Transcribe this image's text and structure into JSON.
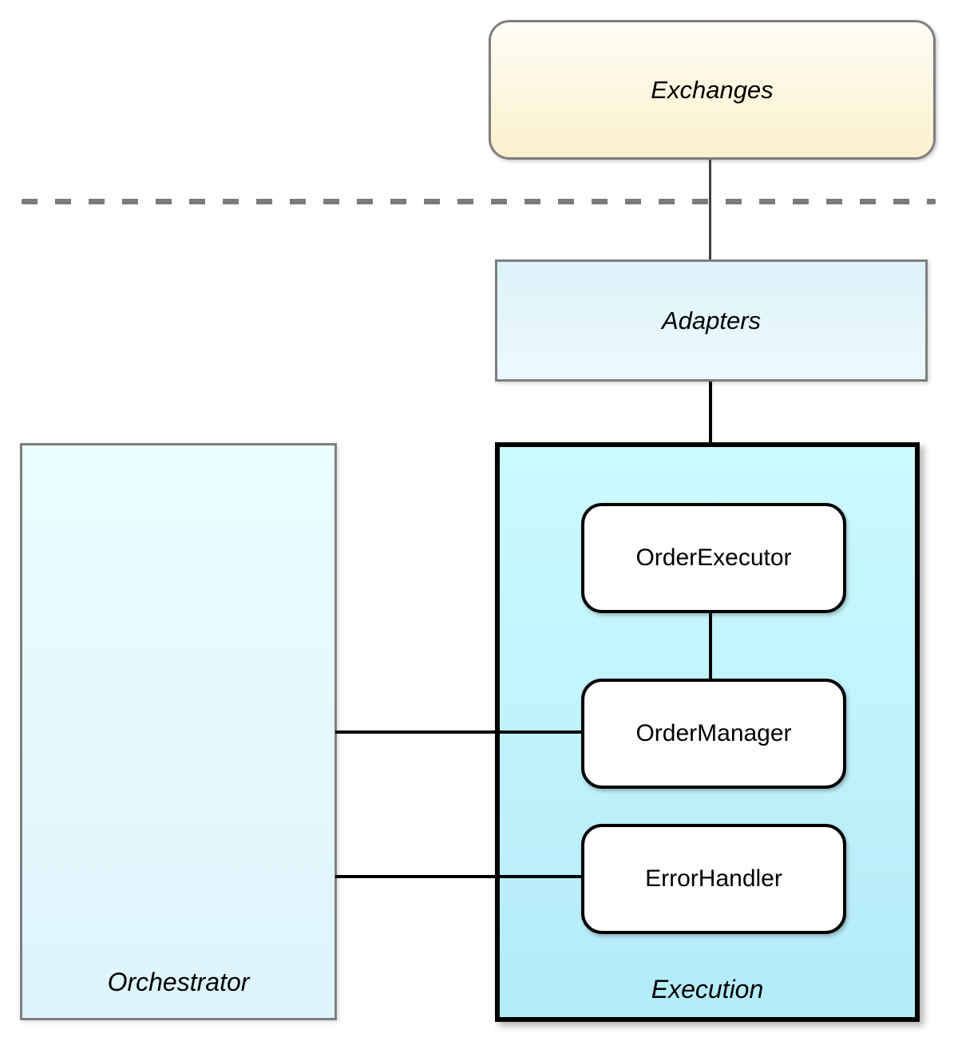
{
  "diagram": {
    "nodes": {
      "exchanges": {
        "label": "Exchanges"
      },
      "adapters": {
        "label": "Adapters"
      },
      "orchestrator": {
        "label": "Orchestrator"
      },
      "execution": {
        "label": "Execution"
      },
      "order_executor": {
        "label": "OrderExecutor"
      },
      "order_manager": {
        "label": "OrderManager"
      },
      "error_handler": {
        "label": "ErrorHandler"
      }
    },
    "colors": {
      "exchanges_fill_top": "#fffef6",
      "exchanges_fill_bottom": "#faf0cb",
      "adapters_fill_top": "#dcf2f9",
      "adapters_fill_bottom": "#ecfaff",
      "orchestrator_fill_top": "#eafeff",
      "orchestrator_fill_bottom": "#ddf4fb",
      "execution_fill_top": "#ccfaff",
      "execution_fill_bottom": "#b4ebf9",
      "node_fill": "#ffffff",
      "gray_border": "#7f7f7f",
      "black": "#000000",
      "connector_gray": "#404040",
      "dashed_line_color": "#7b7b7b"
    }
  }
}
